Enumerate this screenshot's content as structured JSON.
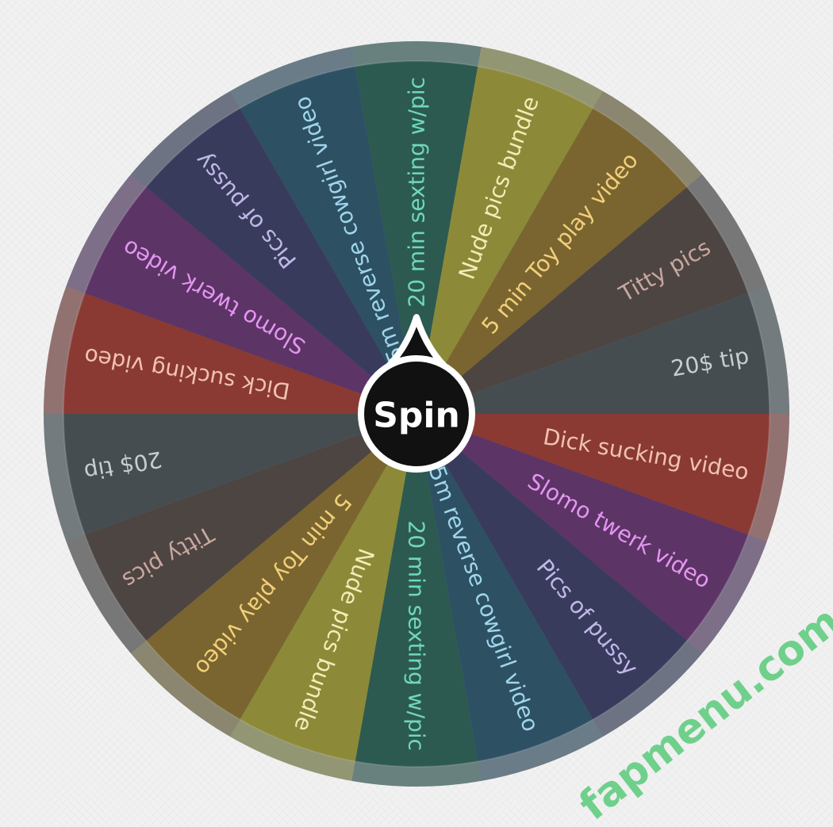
{
  "wheel": {
    "spin_label": "Spin",
    "segments": [
      {
        "label": "20 min sexting w/pic",
        "color": "#2c5a50",
        "text_color": "#6fd8b8"
      },
      {
        "label": "Nude pics bundle",
        "color": "#8c8a38",
        "text_color": "#f3ecb8"
      },
      {
        "label": "5 min Toy play video",
        "color": "#7a6530",
        "text_color": "#f2cf7a"
      },
      {
        "label": "Titty pics",
        "color": "#4d4542",
        "text_color": "#c9a79f"
      },
      {
        "label": "20$ tip",
        "color": "#464d51",
        "text_color": "#c5cfd0"
      },
      {
        "label": "Dick sucking video",
        "color": "#8a3a33",
        "text_color": "#f0c2b2"
      },
      {
        "label": "Slomo twerk video",
        "color": "#5c3466",
        "text_color": "#e495f0"
      },
      {
        "label": "Pics of pussy",
        "color": "#393b5c",
        "text_color": "#c0b8e8"
      },
      {
        "label": "5m reverse cowgirl video",
        "color": "#2e5063",
        "text_color": "#9fd6ec"
      },
      {
        "label": "20 min sexting w/pic",
        "color": "#2c5a50",
        "text_color": "#6fd8b8"
      },
      {
        "label": "Nude pics bundle",
        "color": "#8c8a38",
        "text_color": "#f3ecb8"
      },
      {
        "label": "5 min Toy play video",
        "color": "#7a6530",
        "text_color": "#f2cf7a"
      },
      {
        "label": "Titty pics",
        "color": "#4d4542",
        "text_color": "#c9a79f"
      },
      {
        "label": "20$ tip",
        "color": "#464d51",
        "text_color": "#c5cfd0"
      },
      {
        "label": "Dick sucking video",
        "color": "#8a3a33",
        "text_color": "#f0c2b2"
      },
      {
        "label": "Slomo twerk video",
        "color": "#5c3466",
        "text_color": "#e495f0"
      },
      {
        "label": "Pics of pussy",
        "color": "#393b5c",
        "text_color": "#c0b8e8"
      },
      {
        "label": "5m reverse cowgirl video",
        "color": "#2e5063",
        "text_color": "#9fd6ec"
      }
    ],
    "rim_color": "#9aa0a4",
    "hub_color": "#111111",
    "hub_border_color": "#ffffff"
  },
  "watermark": {
    "text": "fapmenu.com",
    "color": "#6fd08c"
  }
}
